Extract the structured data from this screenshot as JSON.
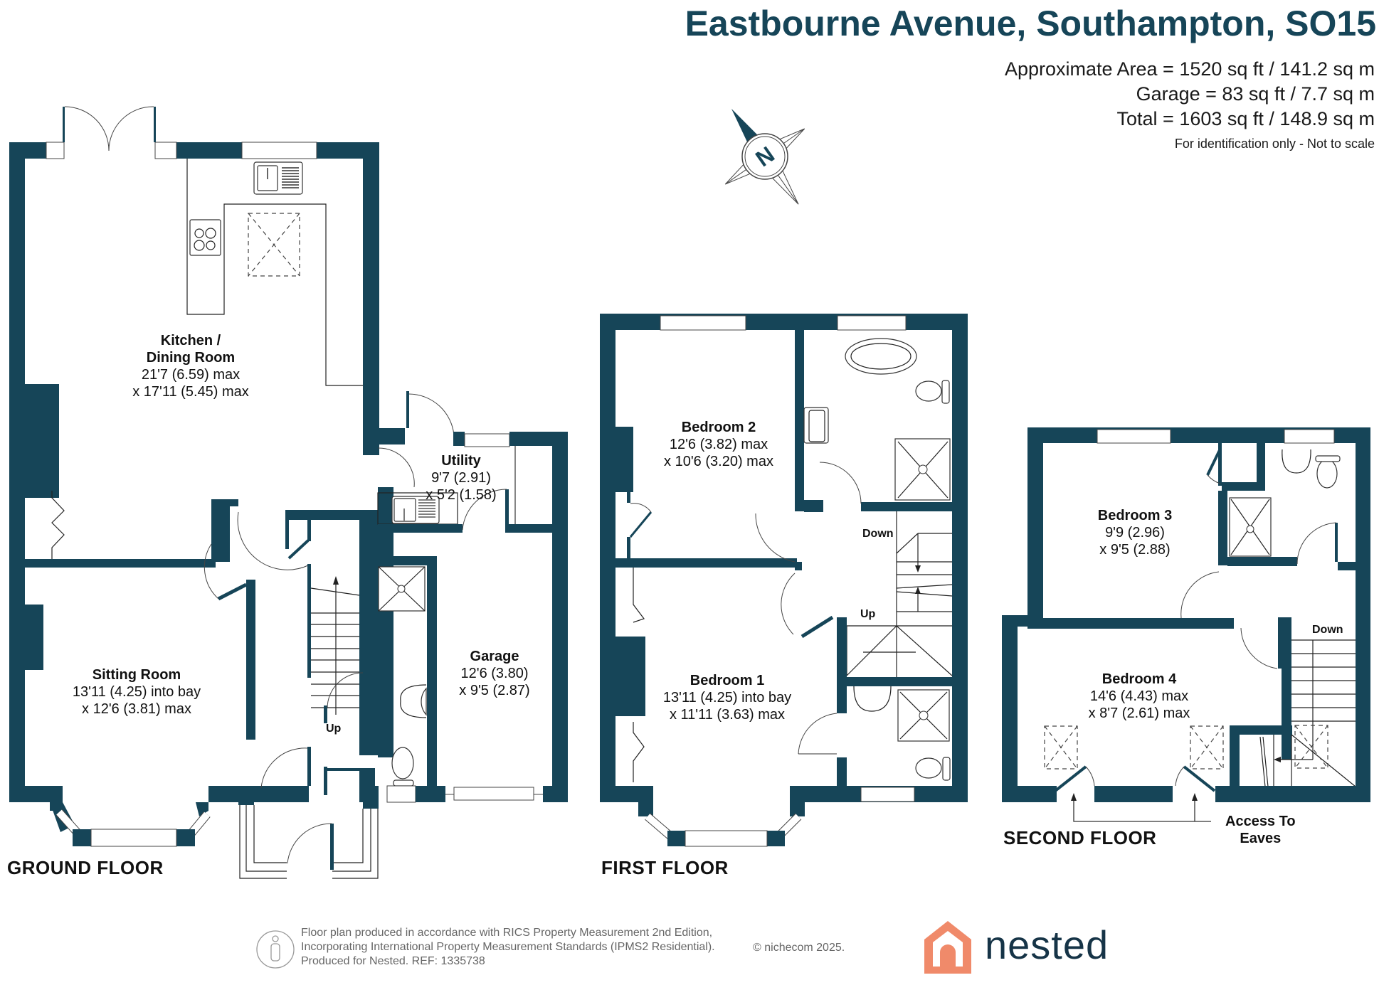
{
  "header": {
    "title": "Eastbourne Avenue, Southampton, SO15",
    "area_lines": [
      "Approximate Area = 1520 sq ft / 141.2 sq m",
      "Garage = 83 sq ft / 7.7 sq m",
      "Total = 1603 sq ft / 148.9 sq m"
    ],
    "disclaimer": "For identification only - Not to scale"
  },
  "compass": {
    "label": "N",
    "icon": "compass-rose-icon"
  },
  "colors": {
    "wall": "#164558",
    "brand_orange": "#F08A6A",
    "brand_navy": "#163447"
  },
  "floors": {
    "ground": {
      "label": "GROUND FLOOR",
      "rooms": [
        {
          "name": "Kitchen /",
          "name2": "Dining Room",
          "dim1": "21'7 (6.59) max",
          "dim2": "x 17'11 (5.45) max"
        },
        {
          "name": "Utility",
          "dim1": "9'7 (2.91)",
          "dim2": "x 5'2 (1.58)"
        },
        {
          "name": "Sitting Room",
          "dim1": "13'11 (4.25) into bay",
          "dim2": "x 12'6 (3.81) max"
        },
        {
          "name": "Garage",
          "dim1": "12'6 (3.80)",
          "dim2": "x 9'5 (2.87)"
        }
      ],
      "stairs": {
        "up": "Up"
      }
    },
    "first": {
      "label": "FIRST FLOOR",
      "rooms": [
        {
          "name": "Bedroom 2",
          "dim1": "12'6 (3.82) max",
          "dim2": "x 10'6 (3.20) max"
        },
        {
          "name": "Bedroom 1",
          "dim1": "13'11 (4.25) into bay",
          "dim2": "x 11'11 (3.63) max"
        }
      ],
      "stairs": {
        "down": "Down",
        "up": "Up"
      }
    },
    "second": {
      "label": "SECOND FLOOR",
      "rooms": [
        {
          "name": "Bedroom 3",
          "dim1": "9'9 (2.96)",
          "dim2": "x 9'5 (2.88)"
        },
        {
          "name": "Bedroom 4",
          "dim1": "14'6 (4.43) max",
          "dim2": "x 8'7 (2.61) max"
        }
      ],
      "stairs": {
        "down": "Down"
      },
      "annotation": {
        "line1": "Access To",
        "line2": "Eaves"
      }
    }
  },
  "footer": {
    "lines": [
      "Floor plan produced in accordance with RICS Property Measurement 2nd Edition,",
      "Incorporating International Property Measurement Standards (IPMS2 Residential).",
      "Produced for Nested.  REF:  1335738"
    ],
    "copyright": "© nichecom 2025.",
    "brand": "nested"
  }
}
